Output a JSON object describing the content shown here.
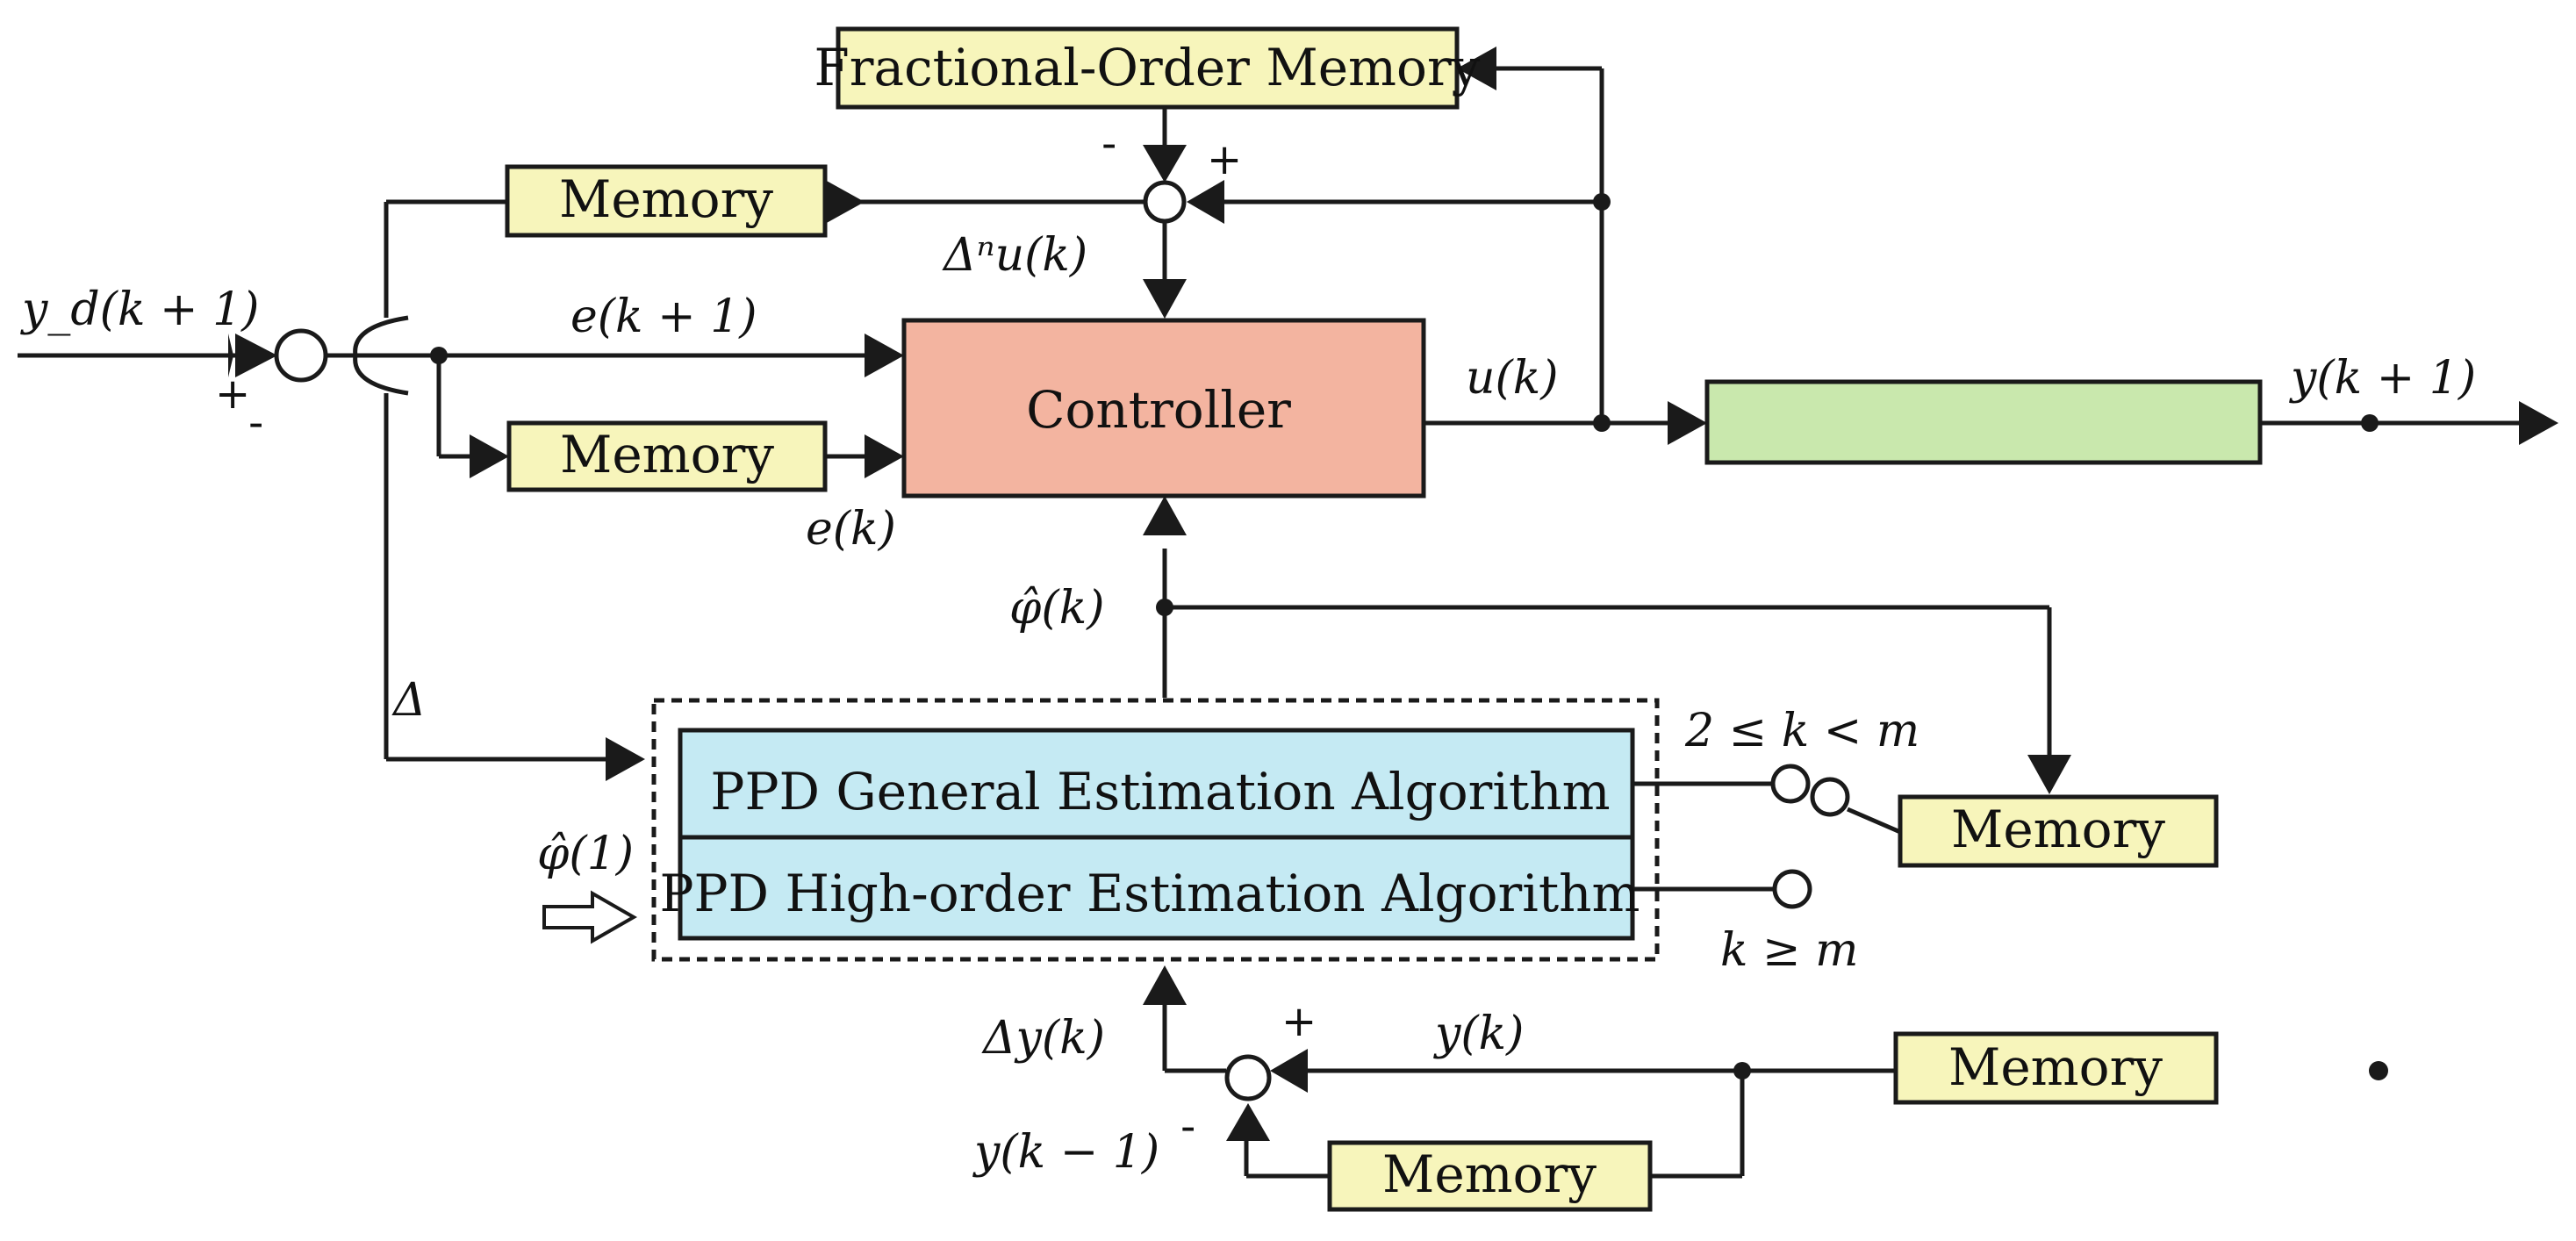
{
  "blocks": {
    "fractional_memory": "Fractional-Order Memory",
    "memory_top": "Memory",
    "memory_error": "Memory",
    "controller": "Controller",
    "plant": "",
    "ppd_general": "PPD General Estimation Algorithm",
    "ppd_high_order": "PPD High-order Estimation Algorithm",
    "memory_phi": "Memory",
    "memory_yk": "Memory",
    "memory_yk1": "Memory"
  },
  "signals": {
    "yd": "y_d(k + 1)",
    "e_k1": "e(k + 1)",
    "e_k": "e(k)",
    "delta_n_u": "Δⁿu(k)",
    "u_k": "u(k)",
    "y_k1_out": "y(k + 1)",
    "phi_hat_k": "φ̂(k)",
    "delta": "Δ",
    "phi_hat_1": "φ̂(1)",
    "switch_general": "2 ≤ k < m",
    "switch_high": "k ≥ m",
    "delta_y": "Δy(k)",
    "y_k": "y(k)",
    "y_km1": "y(k − 1)"
  },
  "signs": {
    "sum_top_minus": "-",
    "sum_top_plus": "+",
    "sum_input_plus": "+",
    "sum_input_minus": "-",
    "sum_bottom_plus": "+",
    "sum_bottom_minus": "-"
  }
}
